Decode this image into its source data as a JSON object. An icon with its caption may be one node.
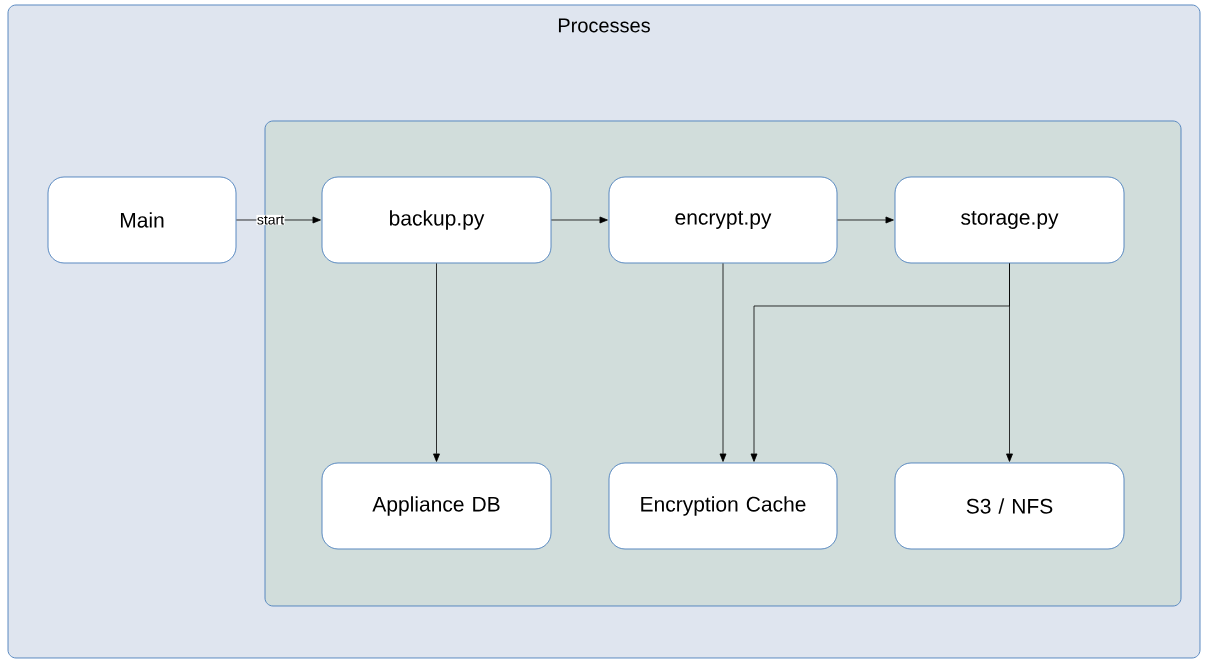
{
  "diagram": {
    "nodes": [
      {
        "text": [
          "Processes"
        ]
      },
      {
        "text": [],
        "shape": "box",
        "in": 0
      },
      {
        "text": [
          "Main"
        ],
        "in": 0
      },
      {
        "text": [
          "backup.py"
        ],
        "in": 1
      },
      {
        "text": [
          "encrypt.py"
        ],
        "in": 1
      },
      {
        "text": [
          "storage.py"
        ],
        "in": 1
      },
      {
        "text": [
          "Appliance DB"
        ],
        "in": 1
      },
      {
        "text": [
          "Encryption Cache"
        ],
        "in": 1
      },
      {
        "text": [
          "S3 / NFS"
        ],
        "in": 1
      }
    ],
    "edges": [
      {
        "from": 2,
        "to": 3,
        "arrow": "to",
        "label": "start"
      },
      {
        "from": 3,
        "to": 4,
        "arrow": "to"
      },
      {
        "from": 4,
        "to": 5,
        "arrow": "to"
      },
      {
        "from": 3,
        "to": 6,
        "arrow": "to"
      },
      {
        "from": 4,
        "to": 7,
        "arrow": "to"
      },
      {
        "from": 5,
        "to": 7,
        "arrow": "to"
      },
      {
        "from": 5,
        "to": 8,
        "arrow": "to"
      }
    ]
  }
}
